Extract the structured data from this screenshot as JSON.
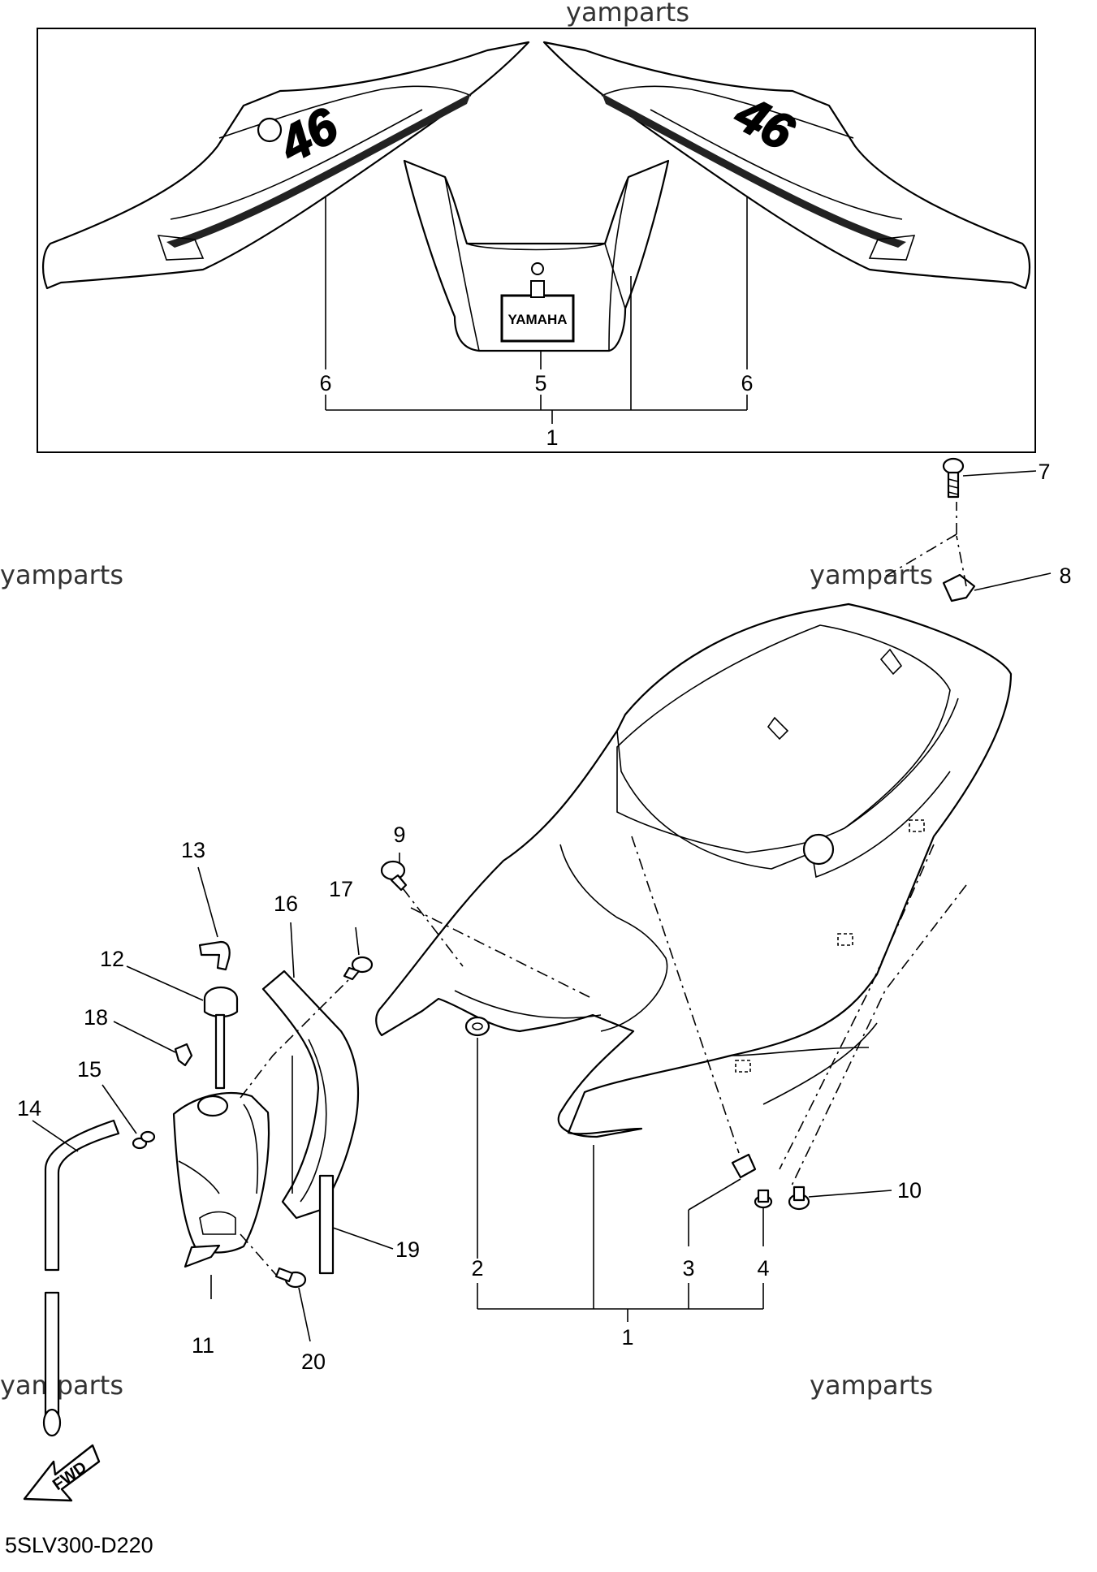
{
  "watermarks": [
    "yamparts",
    "yamparts",
    "yamparts",
    "yamparts",
    "yamparts",
    "yamparts"
  ],
  "diagram_code": "5SLV300-D220",
  "direction_badge": "FWD",
  "brand_decal": "YAMAHA",
  "race_number": "46",
  "callouts": {
    "c1_top": "1",
    "c5": "5",
    "c6_left": "6",
    "c6_right": "6",
    "c7": "7",
    "c8": "8",
    "c9": "9",
    "c10": "10",
    "c13": "13",
    "c12": "12",
    "c18": "18",
    "c15": "15",
    "c14": "14",
    "c16": "16",
    "c17": "17",
    "c19": "19",
    "c11": "11",
    "c20": "20",
    "c2": "2",
    "c3": "3",
    "c4": "4",
    "c1_bottom": "1"
  }
}
